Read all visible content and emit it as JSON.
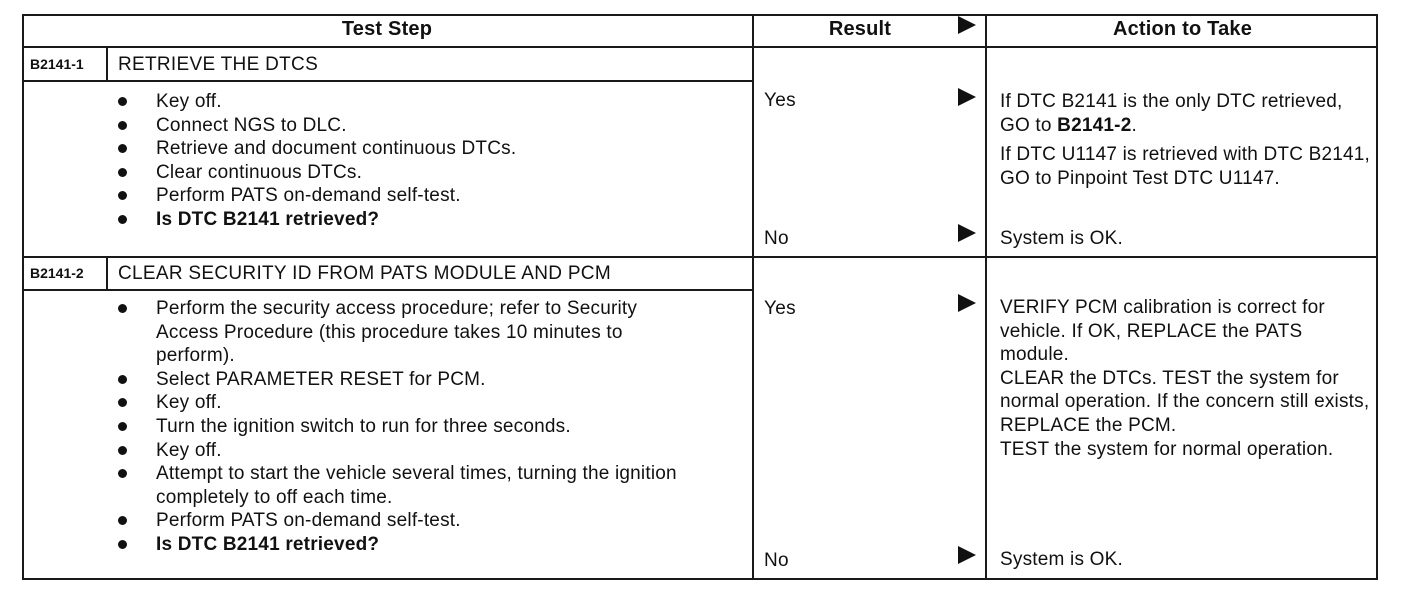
{
  "headers": {
    "test_step": "Test Step",
    "result": "Result",
    "action": "Action to Take"
  },
  "steps": [
    {
      "id": "B2141-1",
      "title": "RETRIEVE THE DTCS",
      "bullets": [
        "Key off.",
        "Connect NGS to DLC.",
        "Retrieve and document continuous DTCs.",
        "Clear continuous DTCs.",
        "Perform PATS on-demand self-test."
      ],
      "question": "Is DTC B2141 retrieved?",
      "yes_label": "Yes",
      "yes_action_1a": "If DTC B2141 is the only DTC retrieved, GO to ",
      "yes_action_1b": "B2141-2",
      "yes_action_1c": ".",
      "yes_action_2": "If DTC U1147 is retrieved with DTC B2141, GO to Pinpoint Test DTC U1147.",
      "no_label": "No",
      "no_action": "System is OK."
    },
    {
      "id": "B2141-2",
      "title": "CLEAR SECURITY ID FROM PATS MODULE AND PCM",
      "bullets": [
        "Perform the security access procedure; refer to Security Access Procedure (this procedure takes 10 minutes to perform).",
        "Select PARAMETER RESET for PCM.",
        "Key off.",
        "Turn the ignition switch to run for three seconds.",
        "Key off.",
        "Attempt to start the vehicle several times, turning the ignition completely to off each time.",
        "Perform PATS on-demand self-test."
      ],
      "question": "Is DTC B2141 retrieved?",
      "yes_label": "Yes",
      "yes_action_1": "VERIFY PCM calibration is correct for vehicle. If OK, REPLACE the PATS module.",
      "yes_action_2": "CLEAR the DTCs. TEST the system for normal operation. If the concern still exists, REPLACE the PCM.",
      "yes_action_3": "TEST the system for normal operation.",
      "no_label": "No",
      "no_action": "System is OK."
    }
  ]
}
